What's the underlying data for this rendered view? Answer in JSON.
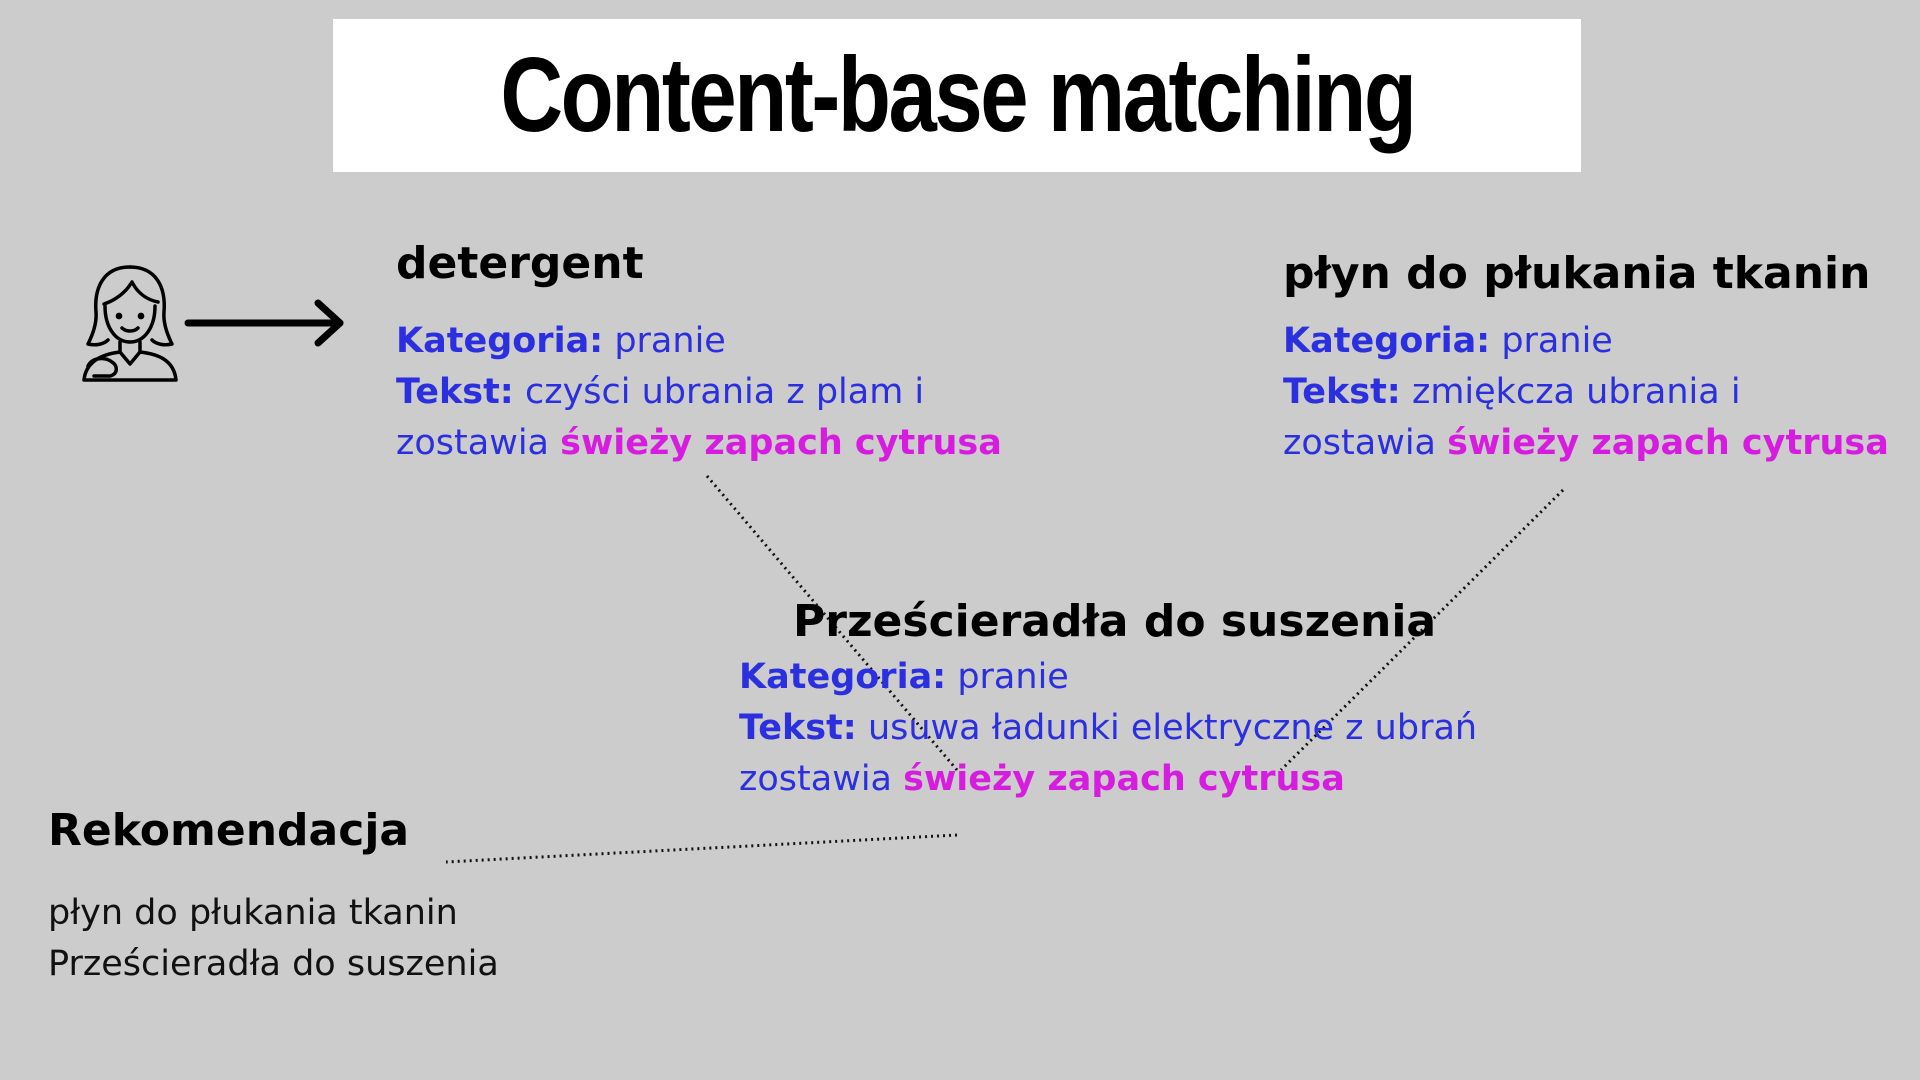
{
  "title": "Content-base matching",
  "user": {
    "icon": "woman-user-icon",
    "arrow_icon": "right-arrow-icon"
  },
  "products": {
    "detergent": {
      "name": "detergent",
      "category_label": "Kategoria:",
      "category_value": "pranie",
      "text_label": "Tekst:",
      "text_line1": "czyści ubrania z plam i",
      "text_line2_prefix": "zostawia",
      "text_highlight": "świeży zapach cytrusa"
    },
    "softener": {
      "name": "płyn do płukania tkanin",
      "category_label": "Kategoria:",
      "category_value": "pranie",
      "text_label": "Tekst:",
      "text_line1": "zmiękcza ubrania i",
      "text_line2_prefix": "zostawia",
      "text_highlight": "świeży zapach cytrusa"
    },
    "sheets": {
      "name": "Prześcieradła do suszenia",
      "category_label": "Kategoria:",
      "category_value": "pranie",
      "text_label": "Tekst:",
      "text_line1": "usuwa ładunki elektryczne z ubrań",
      "text_line2_prefix": "zostawia",
      "text_highlight": "świeży zapach cytrusa"
    }
  },
  "recommendation": {
    "heading": "Rekomendacja",
    "items": [
      "płyn do płukania tkanin",
      "Prześcieradła do suszenia"
    ]
  },
  "colors": {
    "background": "#cccccc",
    "text_blue": "#2b2fe0",
    "highlight_magenta": "#d61cdf",
    "title_box": "#ffffff"
  }
}
